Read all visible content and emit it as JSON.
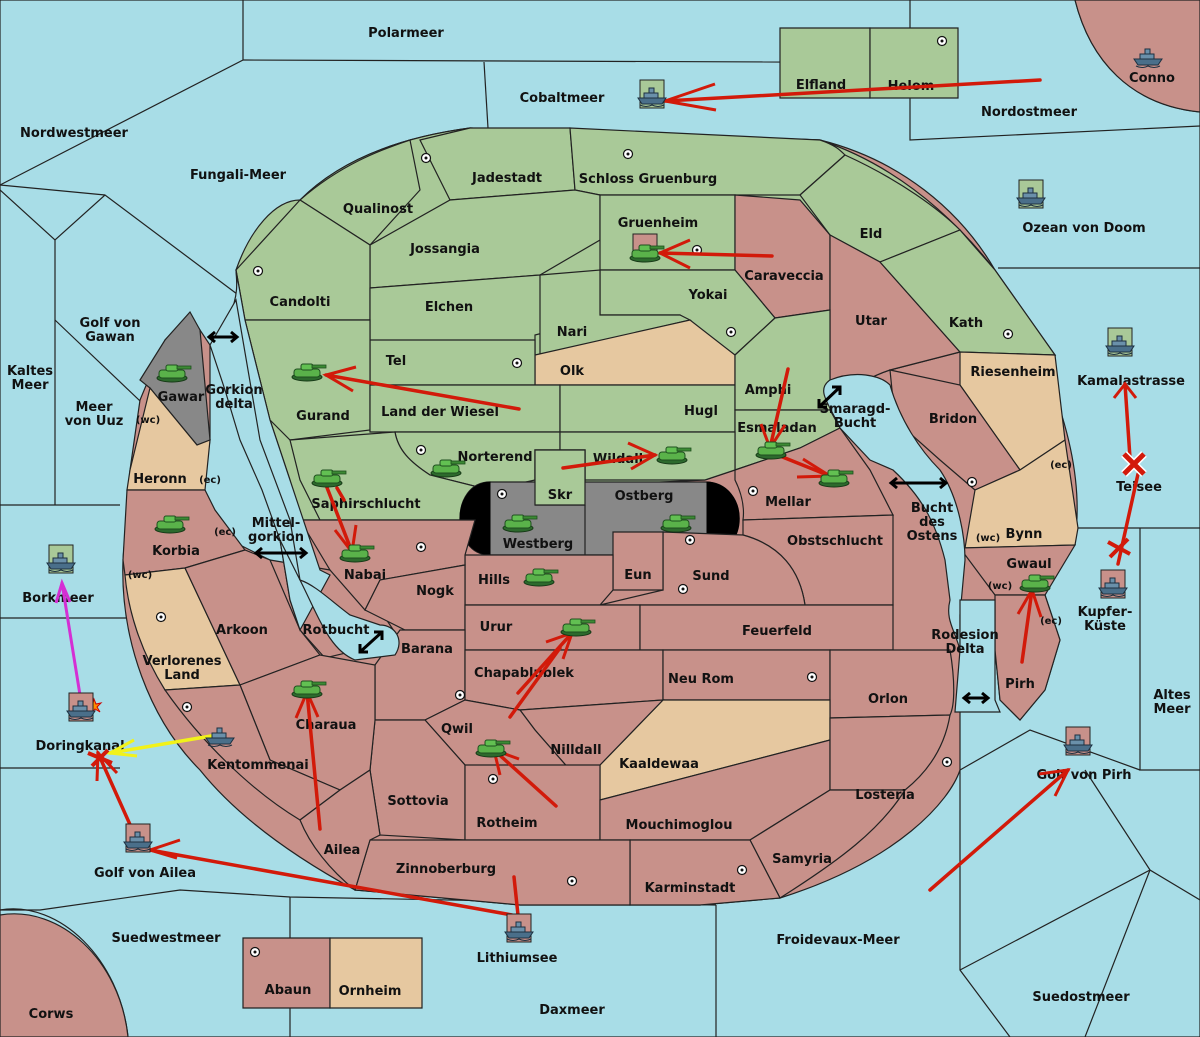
{
  "map": {
    "sea_labels": {
      "polarmeer": "Polarmeer",
      "cobaltmeer": "Cobaltmeer",
      "nordwestmeer": "Nordwestmeer",
      "nordostmeer": "Nordostmeer",
      "conno": "Conno",
      "fungali": "Fungali-Meer",
      "ozean": "Ozean von Doom",
      "golf_gawan_1": "Golf von",
      "golf_gawan_2": "Gawan",
      "kaltes_1": "Kaltes",
      "kaltes_2": "Meer",
      "uuz_1": "Meer",
      "uuz_2": "von Uuz",
      "gorkion_1": "Gorkion",
      "gorkion_2": "delta",
      "mittel_1": "Mittel-",
      "mittel_2": "gorkion",
      "smaragd_1": "Smaragd-",
      "smaragd_2": "Bucht",
      "bucht_ost_1": "Bucht",
      "bucht_ost_2": "des",
      "bucht_ost_3": "Ostens",
      "kamala": "Kamalastrasse",
      "teisee": "Teisee",
      "kupfer_1": "Kupfer-",
      "kupfer_2": "Küste",
      "borkmeer": "Borkmeer",
      "doringkanal": "Doringkanal",
      "rotbucht": "Rotbucht",
      "rodesion_1": "Rodesion",
      "rodesion_2": "Delta",
      "altes_1": "Altes",
      "altes_2": "Meer",
      "golf_pirh": "Golf von Pirh",
      "golf_ailea": "Golf von Ailea",
      "suedwestmeer": "Suedwestmeer",
      "lithiumsee": "Lithiumsee",
      "froidevaux": "Froidevaux-Meer",
      "suedostmeer": "Suedostmeer",
      "daxmeer": "Daxmeer",
      "corws": "Corws"
    },
    "land_labels": {
      "elfland": "Elfland",
      "helom": "Helom",
      "jadestadt": "Jadestadt",
      "schloss": "Schloss Gruenburg",
      "qualinost": "Qualinost",
      "gruenheim": "Gruenheim",
      "eld": "Eld",
      "jossangia": "Jossangia",
      "caraveccia": "Caraveccia",
      "candolti": "Candolti",
      "elchen": "Elchen",
      "yokai": "Yokai",
      "utar": "Utar",
      "kath": "Kath",
      "nari": "Nari",
      "tel": "Tel",
      "olk": "Olk",
      "riesenheim": "Riesenheim",
      "amphi": "Amphi",
      "gurand": "Gurand",
      "land_wiesel": "Land der Wiesel",
      "hugl": "Hugl",
      "gawar": "Gawar",
      "esmaladan": "Esmaladan",
      "bridon": "Bridon",
      "norterend": "Norterend",
      "wildall": "Wildall",
      "heronn": "Heronn",
      "skr": "Skr",
      "ostberg": "Ostberg",
      "mellar": "Mellar",
      "saphir": "Saphirschlucht",
      "korbia": "Korbia",
      "westberg": "Westberg",
      "obstschlucht": "Obstschlucht",
      "bynn": "Bynn",
      "nabai": "Nabai",
      "hills": "Hills",
      "eun": "Eun",
      "sund": "Sund",
      "gwaul": "Gwaul",
      "nogk": "Nogk",
      "urur": "Urur",
      "feuerfeld": "Feuerfeld",
      "arkoon": "Arkoon",
      "barana": "Barana",
      "chapa": "Chapablublek",
      "neu_rom": "Neu Rom",
      "verlorenes_1": "Verlorenes",
      "verlorenes_2": "Land",
      "orlon": "Orlon",
      "pirh": "Pirh",
      "charaua": "Charaua",
      "qwil": "Qwil",
      "nilldall": "Nilldall",
      "kaaldewaa": "Kaaldewaa",
      "kentommenai": "Kentommenai",
      "losteria": "Losteria",
      "sottovia": "Sottovia",
      "rotheim": "Rotheim",
      "mouchimoglou": "Mouchimoglou",
      "ailea": "Ailea",
      "samyria": "Samyria",
      "zinnoberburg": "Zinnoberburg",
      "karminstadt": "Karminstadt",
      "abaun": "Abaun",
      "ornheim": "Ornheim"
    },
    "coast_tags": {
      "wc": "(wc)",
      "ec": "(ec)"
    },
    "colors": {
      "sea": "#a8dde7",
      "green_power": "#a9c998",
      "red_power": "#c8918a",
      "neutral": "#e6c8a0",
      "impassable": "#888888",
      "order_arrow": "#d21a0a",
      "retreat_arrow": "#f2f21a",
      "support_arrow": "#d42fd4"
    },
    "icons": [
      "tank-icon",
      "ship-icon",
      "supply-center-icon",
      "bounce-cross-icon",
      "explosion-icon"
    ]
  }
}
